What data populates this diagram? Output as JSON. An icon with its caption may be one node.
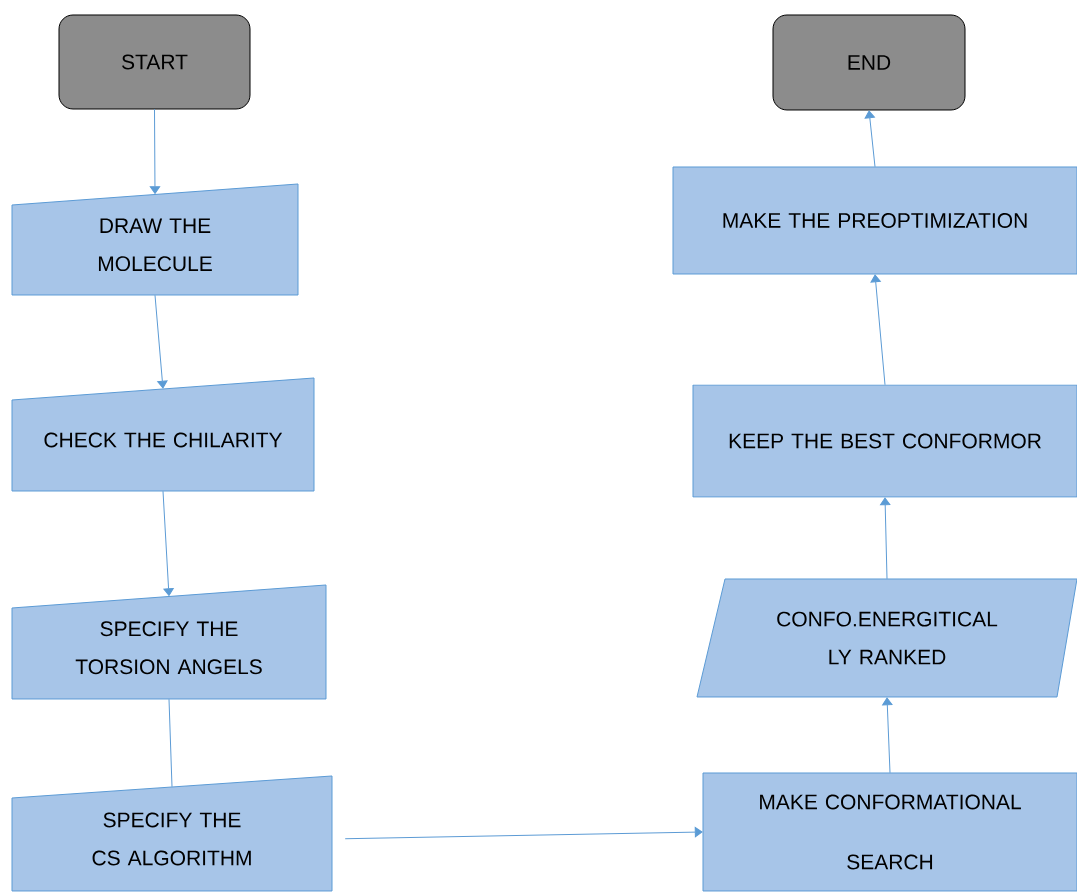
{
  "diagram": {
    "nodes": [
      {
        "text": [
          "START"
        ]
      },
      {
        "text": [
          "DRAW THE MOLECULE"
        ]
      },
      {
        "text": [
          "CHECK THE CHILARITY"
        ]
      },
      {
        "text": [
          "SPECIFY THE TORSION ANGELS"
        ]
      },
      {
        "text": [
          "SPECIFY THE CS ALGORITHM"
        ]
      },
      {
        "text": [
          "MAKE CONFORMATIONAL SEARCH"
        ]
      },
      {
        "text": [
          "CONFO.ENERGITICAL LY RANKED"
        ]
      },
      {
        "text": [
          "KEEP THE BEST CONFORMOR"
        ]
      },
      {
        "text": [
          "MAKE THE PREOPTIMIZATION"
        ]
      },
      {
        "text": [
          "END"
        ]
      }
    ],
    "edges": [
      {
        "from": 0,
        "to": 1,
        "arrow": "to"
      },
      {
        "from": 1,
        "to": 2,
        "arrow": "to"
      },
      {
        "from": 2,
        "to": 3,
        "arrow": "to"
      },
      {
        "from": 3,
        "to": 4,
        "arrow": "none"
      },
      {
        "from": 4,
        "to": 5,
        "arrow": "to"
      },
      {
        "from": 5,
        "to": 6,
        "arrow": "to"
      },
      {
        "from": 6,
        "to": 7,
        "arrow": "to"
      },
      {
        "from": 7,
        "to": 8,
        "arrow": "to"
      },
      {
        "from": 8,
        "to": 9,
        "arrow": "to"
      }
    ]
  }
}
